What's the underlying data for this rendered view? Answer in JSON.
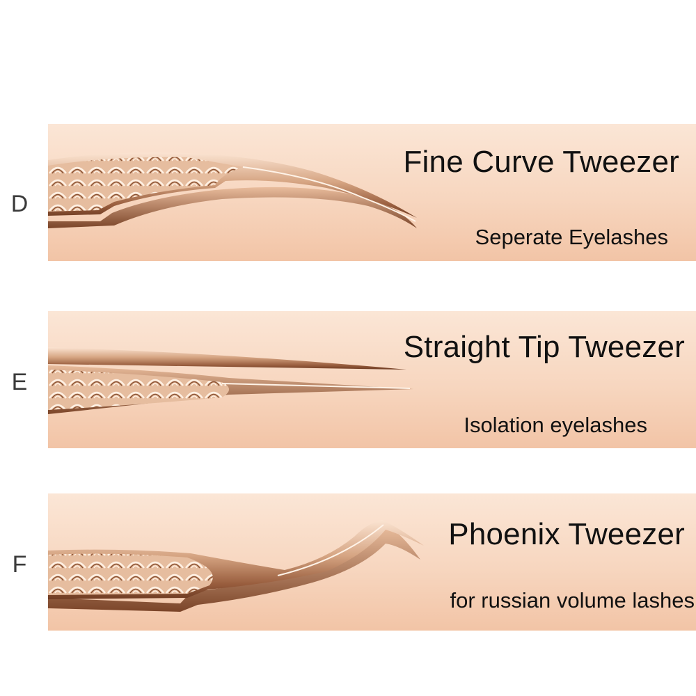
{
  "items": [
    {
      "letter": "D",
      "title": "Fine Curve Tweezer",
      "subtitle": "Seperate Eyelashes",
      "icon": "curved-tweezer-icon"
    },
    {
      "letter": "E",
      "title": "Straight Tip Tweezer",
      "subtitle": "Isolation eyelashes",
      "icon": "straight-tweezer-icon"
    },
    {
      "letter": "F",
      "title": "Phoenix Tweezer",
      "subtitle": "for russian volume lashes",
      "icon": "phoenix-tweezer-icon"
    }
  ],
  "colors": {
    "panel_light": "#fbe6d6",
    "panel_dark": "#f2c4a6",
    "metal_light": "#f3d2b9",
    "metal_mid": "#c9926f",
    "metal_dark": "#6e3b22",
    "text": "#111111",
    "letter": "#3a3a3a"
  }
}
